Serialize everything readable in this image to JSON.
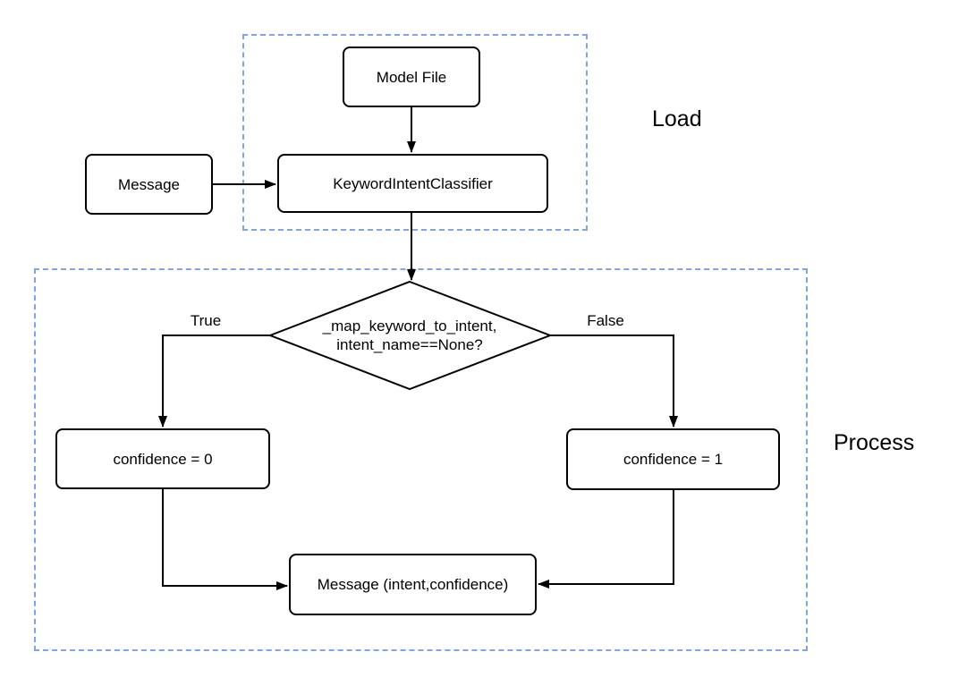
{
  "groups": {
    "load": {
      "label": "Load"
    },
    "process": {
      "label": "Process"
    }
  },
  "nodes": {
    "model_file": {
      "label": "Model File"
    },
    "message_input": {
      "label": "Message"
    },
    "classifier": {
      "label": "KeywordIntentClassifier"
    },
    "decision": {
      "line1": "_map_keyword_to_intent,",
      "line2": "intent_name==None?"
    },
    "confidence_zero": {
      "label": "confidence = 0"
    },
    "confidence_one": {
      "label": "confidence = 1"
    },
    "message_output": {
      "label": "Message (intent,confidence)"
    }
  },
  "edge_labels": {
    "true_branch": {
      "label": "True"
    },
    "false_branch": {
      "label": "False"
    }
  },
  "colors": {
    "background": "#ffffff",
    "node_fill": "#ffffff",
    "node_border": "#000000",
    "connector": "#000000",
    "group_border": "#7ea6e0",
    "text": "#000000"
  }
}
